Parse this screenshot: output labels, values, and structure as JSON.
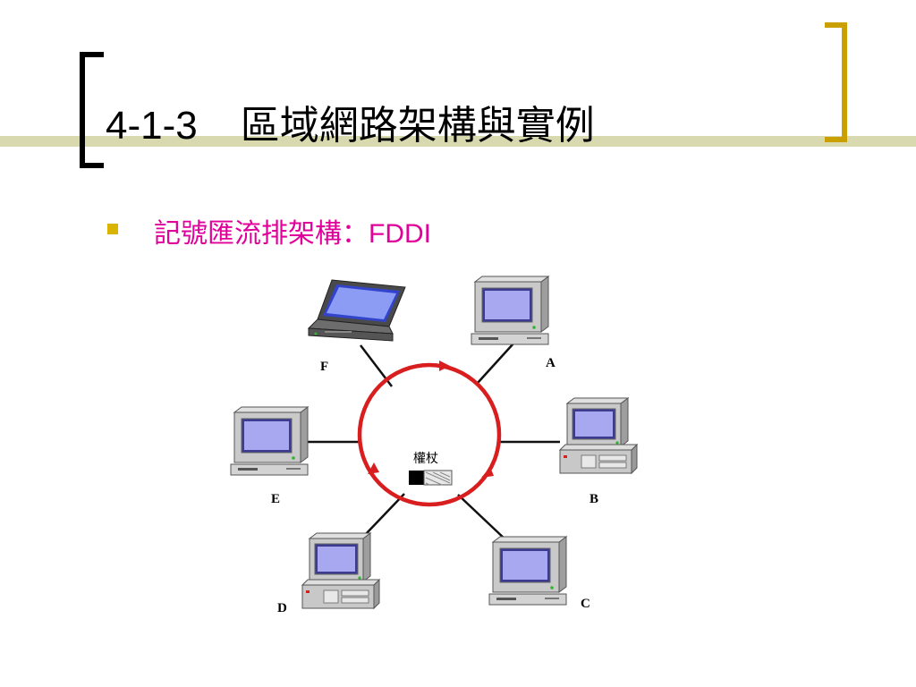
{
  "slide": {
    "title_number": "4-1-3",
    "title_text": "區域網路架構與實例",
    "bullet_text": "記號匯流排架構：",
    "bullet_latin": "FDDI"
  },
  "diagram": {
    "token_label": "權杖",
    "nodes": [
      {
        "id": "A",
        "label": "A",
        "device": "desktop-computer-icon"
      },
      {
        "id": "B",
        "label": "B",
        "device": "desktop-tower-computer-icon"
      },
      {
        "id": "C",
        "label": "C",
        "device": "desktop-computer-icon"
      },
      {
        "id": "D",
        "label": "D",
        "device": "desktop-tower-computer-icon"
      },
      {
        "id": "E",
        "label": "E",
        "device": "desktop-computer-icon"
      },
      {
        "id": "F",
        "label": "F",
        "device": "laptop-icon"
      }
    ],
    "ring_color": "#d81e1e"
  },
  "colors": {
    "accent_bar": "#d9d9b0",
    "left_bracket": "#000000",
    "right_bracket": "#c9a000",
    "bullet": "#d9b400",
    "bullet_text": "#e0009a"
  }
}
